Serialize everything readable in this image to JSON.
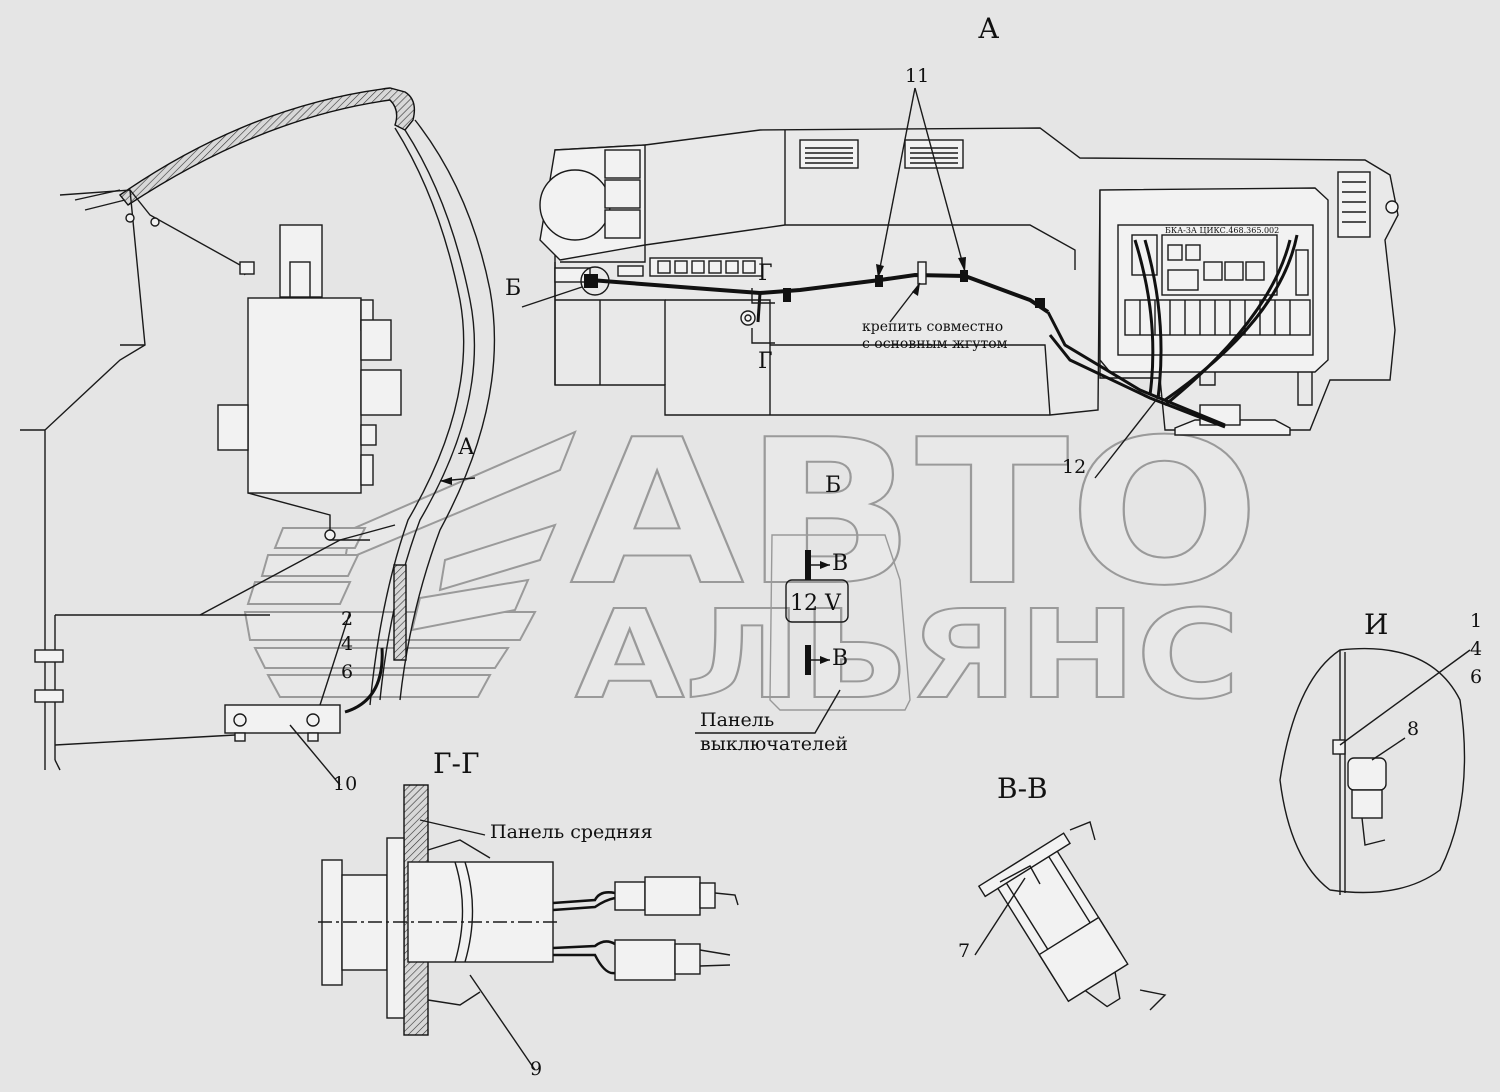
{
  "watermark": {
    "line1": "АВТО",
    "line2": "АЛЬЯНС"
  },
  "views": {
    "view_a": "А",
    "view_b": "Б",
    "view_gg": "Г-Г",
    "view_vv": "В-В",
    "view_i": "И",
    "arrow_a": "А",
    "section_g_top": "Г",
    "section_g_bottom": "Г",
    "section_v_top": "В",
    "section_v_bottom": "В",
    "callout_b": "Б"
  },
  "notes": {
    "fasten_line1": "крепить совместно",
    "fasten_line2": "с основным жгутом",
    "block_label": "БКА-3А ЦИКС.468.365.002",
    "socket_label": "12 V",
    "switch_panel_line1": "Панель",
    "switch_panel_line2": "выключателей",
    "middle_panel": "Панель средняя"
  },
  "positions": {
    "p1": "1",
    "p2": "2",
    "p4a": "4",
    "p4b": "4",
    "p6a": "6",
    "p6b": "6",
    "p7": "7",
    "p8": "8",
    "p9": "9",
    "p10": "10",
    "p11": "11",
    "p12": "12"
  }
}
